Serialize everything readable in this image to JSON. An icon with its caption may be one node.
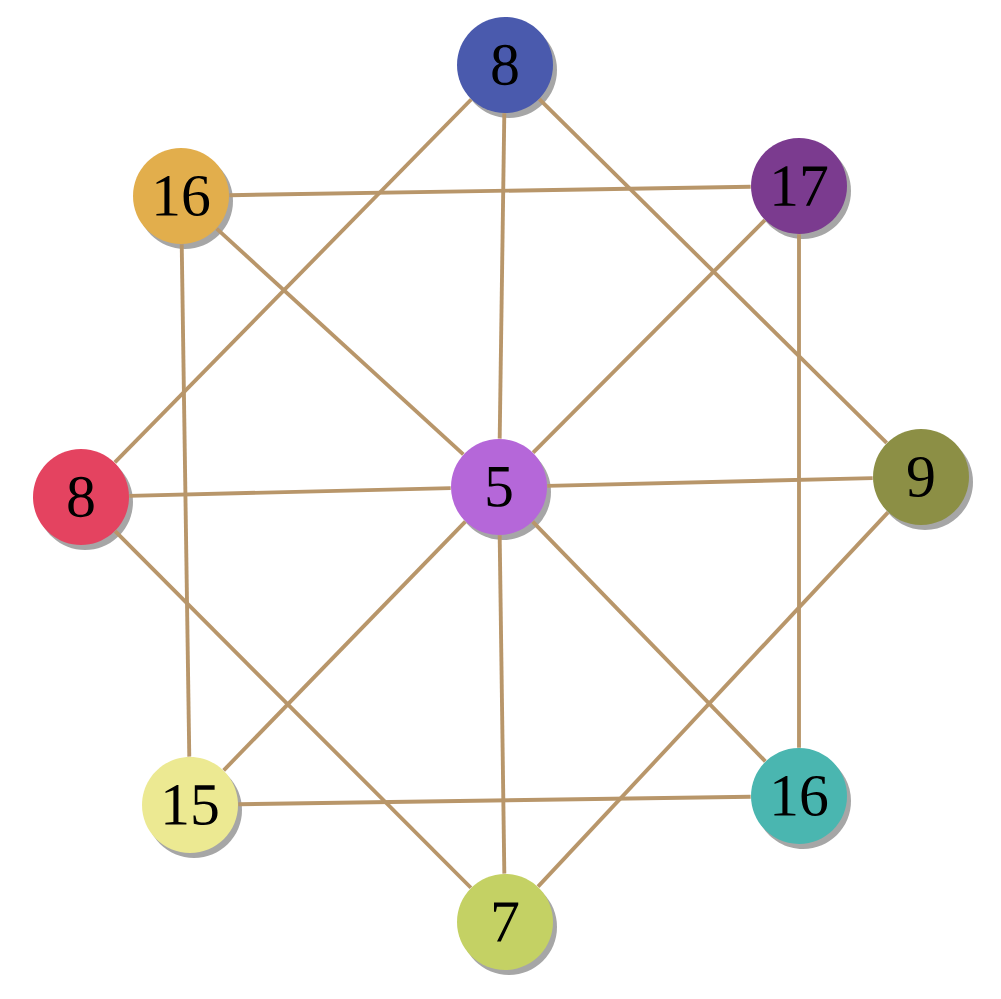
{
  "diagram": {
    "nodes": [
      {
        "text": [
          "8"
        ]
      },
      {
        "text": [
          "16"
        ]
      },
      {
        "text": [
          "17"
        ]
      },
      {
        "text": [
          "8"
        ]
      },
      {
        "text": [
          "5"
        ]
      },
      {
        "text": [
          "9"
        ]
      },
      {
        "text": [
          "15"
        ]
      },
      {
        "text": [
          "16"
        ]
      },
      {
        "text": [
          "7"
        ]
      }
    ],
    "edges": [
      {
        "from": 0,
        "to": 3,
        "arrow": "none"
      },
      {
        "from": 0,
        "to": 4,
        "arrow": "none"
      },
      {
        "from": 0,
        "to": 5,
        "arrow": "none"
      },
      {
        "from": 1,
        "to": 2,
        "arrow": "none"
      },
      {
        "from": 1,
        "to": 4,
        "arrow": "none"
      },
      {
        "from": 1,
        "to": 6,
        "arrow": "none"
      },
      {
        "from": 2,
        "to": 4,
        "arrow": "none"
      },
      {
        "from": 2,
        "to": 7,
        "arrow": "none"
      },
      {
        "from": 3,
        "to": 4,
        "arrow": "none"
      },
      {
        "from": 3,
        "to": 8,
        "arrow": "none"
      },
      {
        "from": 4,
        "to": 5,
        "arrow": "none"
      },
      {
        "from": 4,
        "to": 6,
        "arrow": "none"
      },
      {
        "from": 4,
        "to": 8,
        "arrow": "none"
      },
      {
        "from": 4,
        "to": 7,
        "arrow": "none"
      },
      {
        "from": 5,
        "to": 8,
        "arrow": "none"
      },
      {
        "from": 6,
        "to": 7,
        "arrow": "none"
      }
    ]
  }
}
